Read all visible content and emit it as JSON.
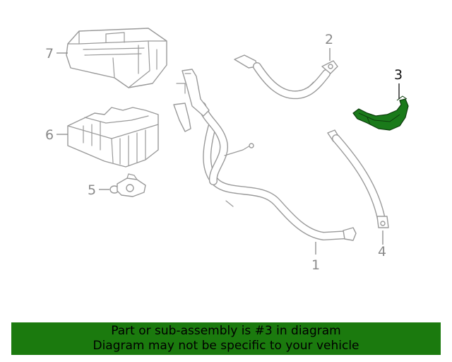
{
  "diagram": {
    "highlight_color": "#1b7a0e",
    "callouts": [
      {
        "id": "1",
        "label": "1",
        "highlighted": false
      },
      {
        "id": "2",
        "label": "2",
        "highlighted": false
      },
      {
        "id": "3",
        "label": "3",
        "highlighted": true
      },
      {
        "id": "4",
        "label": "4",
        "highlighted": false
      },
      {
        "id": "5",
        "label": "5",
        "highlighted": false
      },
      {
        "id": "6",
        "label": "6",
        "highlighted": false
      },
      {
        "id": "7",
        "label": "7",
        "highlighted": false
      }
    ]
  },
  "banner": {
    "line1": "Part or sub-assembly is #3 in diagram",
    "line2": "Diagram may not be specific to your vehicle"
  }
}
